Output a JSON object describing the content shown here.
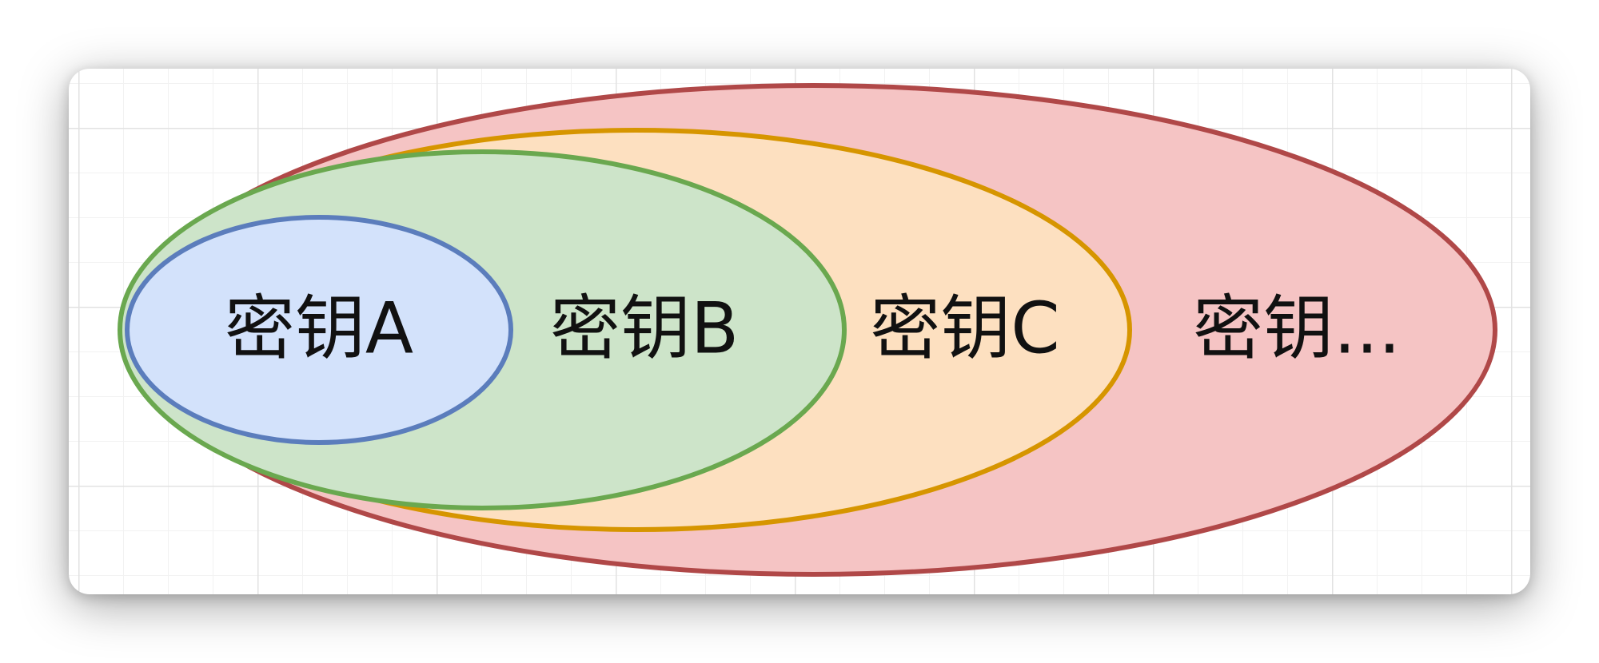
{
  "diagram": {
    "sets": [
      {
        "label": "密钥A",
        "fill": "#d3e2fb",
        "stroke": "#5b7dbc"
      },
      {
        "label": "密钥B",
        "fill": "#cde4c9",
        "stroke": "#6aa84f"
      },
      {
        "label": "密钥C",
        "fill": "#fde0c0",
        "stroke": "#d69500"
      },
      {
        "label": "密钥...",
        "fill": "#f5c4c4",
        "stroke": "#b04848"
      }
    ]
  }
}
